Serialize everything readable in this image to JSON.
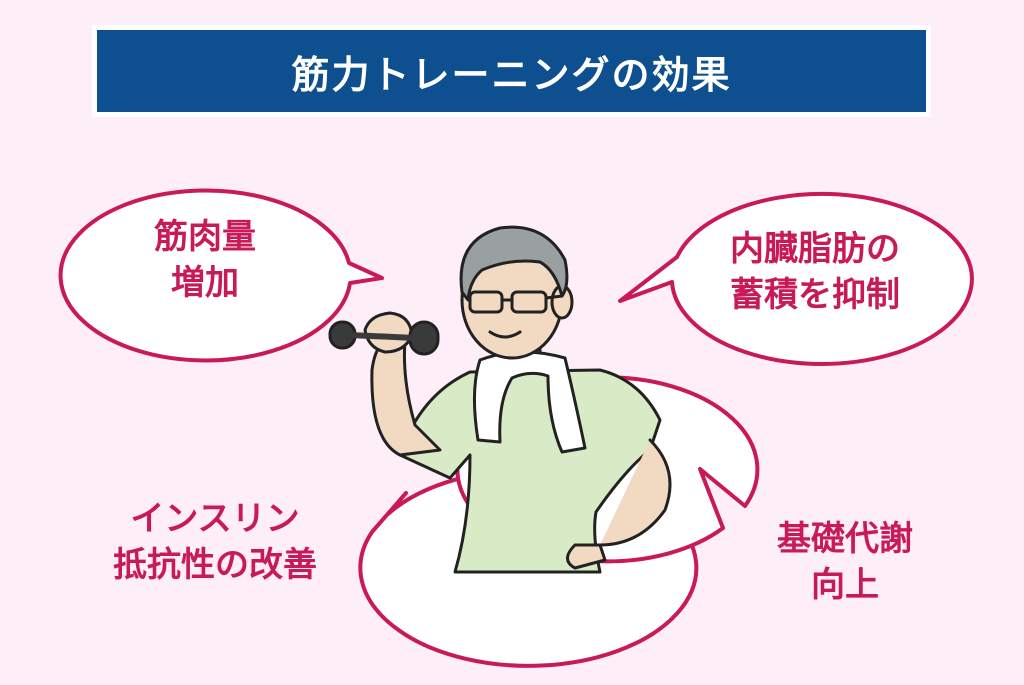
{
  "title": "筋力トレーニングの効果",
  "colors": {
    "background": "#fdeef7",
    "title_bar": "#0e4f8f",
    "bubble_border": "#c81a57",
    "bubble_text": "#c81a57",
    "shirt": "#d9ebc6"
  },
  "bubbles": {
    "top_left": {
      "line1": "筋肉量",
      "line2": "増加"
    },
    "top_right": {
      "line1": "内臓脂肪の",
      "line2": "蓄積を抑制"
    },
    "bottom_left": {
      "line1": "インスリン",
      "line2": "抵抗性の改善"
    },
    "bottom_right": {
      "line1": "基礎代謝",
      "line2": "向上"
    }
  },
  "illustration": {
    "icon": "elderly-man-with-dumbbell-icon"
  }
}
